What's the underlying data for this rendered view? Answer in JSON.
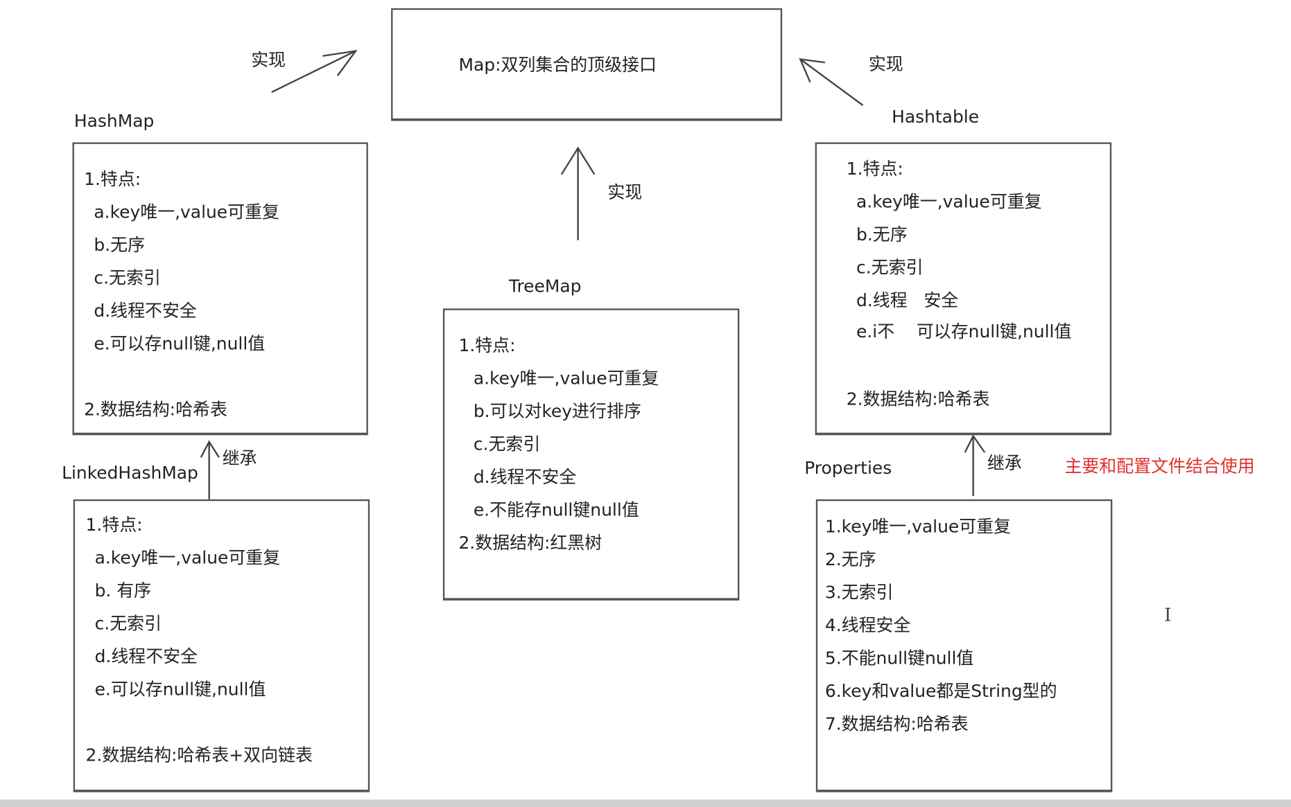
{
  "map": {
    "title": "Map:双列集合的顶级接口"
  },
  "relations": {
    "implements": "实现",
    "inherits": "继承"
  },
  "hashmap": {
    "name": "HashMap",
    "lines": [
      "1.特点:",
      "a.key唯一,value可重复",
      "b.无序",
      "c.无索引",
      "d.线程不安全",
      "e.可以存null键,null值",
      "2.数据结构:哈希表"
    ]
  },
  "treemap": {
    "name": "TreeMap",
    "lines": [
      "1.特点:",
      "a.key唯一,value可重复",
      "b.可以对key进行排序",
      "c.无索引",
      "d.线程不安全",
      "e.不能存null键null值",
      "2.数据结构:红黑树"
    ]
  },
  "hashtable": {
    "name": "Hashtable",
    "lines": [
      "1.特点:",
      "a.key唯一,value可重复",
      "b.无序",
      "c.无索引",
      "d.线程   安全",
      "e.i不    可以存null键,null值",
      "2.数据结构:哈希表"
    ]
  },
  "linkedhashmap": {
    "name": "LinkedHashMap",
    "lines": [
      "1.特点:",
      "a.key唯一,value可重复",
      "b. 有序",
      "c.无索引",
      "d.线程不安全",
      "e.可以存null键,null值",
      "2.数据结构:哈希表+双向链表"
    ]
  },
  "properties": {
    "name": "Properties",
    "note": "主要和配置文件结合使用",
    "note_color": "#e0302e",
    "lines": [
      "1.key唯一,value可重复",
      "2.无序",
      "3.无索引",
      "4.线程安全",
      "5.不能null键null值",
      "6.key和value都是String型的",
      "7.数据结构:哈希表"
    ]
  }
}
